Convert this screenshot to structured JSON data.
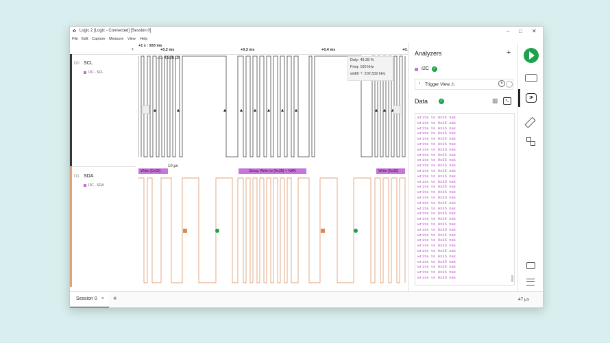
{
  "window": {
    "title": "Logic 2 [Logic - Connected] [Session 0]",
    "logo_glyph": "✿",
    "minimize_glyph": "–",
    "maximize_glyph": "□",
    "close_glyph": "✕"
  },
  "menu": [
    "File",
    "Edit",
    "Capture",
    "Measure",
    "View",
    "Help"
  ],
  "timeline": {
    "origin_label": "+1 s : 933 ms",
    "ticks": [
      "+0.2 ms",
      "+0.3 ms",
      "+0.4 ms",
      "+0."
    ],
    "collapse_glyph": "‹"
  },
  "channels": [
    {
      "num": "D0",
      "name": "SCL",
      "analyzer_label": "I2C - SCL",
      "color": "#333333"
    },
    {
      "num": "D1",
      "name": "SDA",
      "analyzer_label": "I2C - SDA",
      "color": "#e0a27a"
    }
  ],
  "measurements": {
    "pulse_width": "4.938 µs",
    "gap": "10 µs",
    "duty": "Duty: 49.38 %",
    "freq": "Freq: 100 kHz",
    "width": "width⁻¹: 202.532 kHz"
  },
  "decoded": [
    "Write [0x35]",
    "Setup Write to [0x35] + NAK",
    "Write [0x35]"
  ],
  "analyzers": {
    "title": "Analyzers",
    "add_glyph": "+",
    "item": "I2C",
    "trigger_label": "Trigger View ⚠",
    "data_title": "Data",
    "data_lines": [
      "write to 0x35 nak",
      "write to 0x35 nak",
      "write to 0x35 nak",
      "write to 0x35 nak",
      "write to 0x35 nak",
      "write to 0x35 nak",
      "write to 0x35 nak",
      "write to 0x35 nak",
      "write to 0x35 nak",
      "write to 0x35 nak",
      "write to 0x35 nak",
      "write to 0x35 nak",
      "write to 0x35 nak",
      "write to 0x35 nak",
      "write to 0x35 nak",
      "write to 0x35 nak",
      "write to 0x35 nak",
      "write to 0x35 nak",
      "write to 0x35 nak",
      "write to 0x35 nak",
      "write to 0x35 nak",
      "write to 0x35 nak",
      "write to 0x35 nak",
      "write to 0x35 nak",
      "write to 0x35 nak",
      "write to 0x35 nak",
      "write to 0x35 nak",
      "write to 0x35 nak",
      "write to 0x35 nak",
      "write to 0x35 nak",
      "write to 0x35 nak"
    ]
  },
  "bottom": {
    "session_tab": "Session 0",
    "close_glyph": "×",
    "add_glyph": "+",
    "duration": "47 µs"
  },
  "colors": {
    "accent": "#1aa34a",
    "analyzer": "#c874dd",
    "sda": "#e0a27a"
  }
}
